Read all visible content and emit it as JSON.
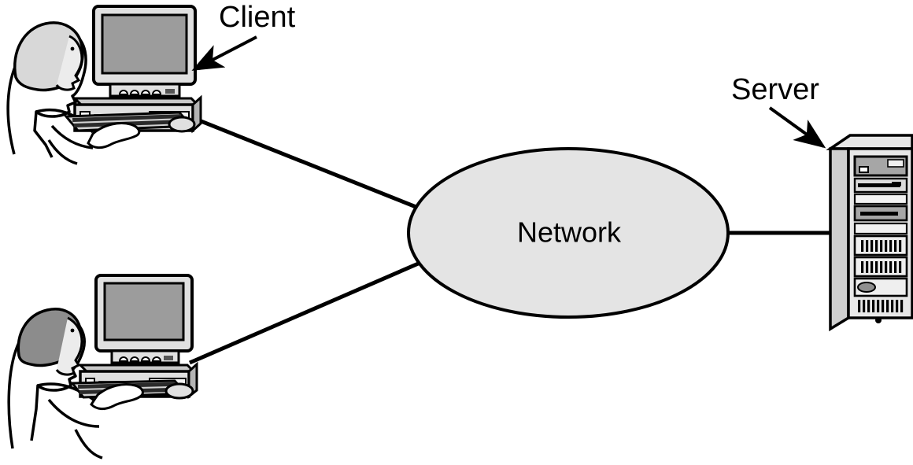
{
  "diagram": {
    "type": "client-server-network",
    "title_labels": {
      "client": "Client",
      "server": "Server",
      "network": "Network"
    },
    "colors": {
      "line": "#000000",
      "background": "#ffffff",
      "ellipse_fill": "#e4e4e4",
      "screen_fill": "#9c9c9c",
      "case_light": "#e0e0e0",
      "case_mid": "#c8c8c8",
      "case_dark": "#a8a8a8",
      "hair_light": "#d8d8d8",
      "hair_dark": "#8c8c8c",
      "skin": "#ececec",
      "shirt": "#ffffff",
      "bay_dark": "#8f8f8f"
    },
    "nodes": [
      {
        "name": "client-top",
        "label": "Client",
        "kind": "workstation",
        "user": "woman"
      },
      {
        "name": "client-bottom",
        "label": "",
        "kind": "workstation",
        "user": "man"
      },
      {
        "name": "network-cloud",
        "label": "Network",
        "kind": "ellipse"
      },
      {
        "name": "server-tower",
        "label": "Server",
        "kind": "server"
      }
    ],
    "links": [
      {
        "from": "client-top",
        "to": "network-cloud"
      },
      {
        "from": "client-bottom",
        "to": "network-cloud"
      },
      {
        "from": "network-cloud",
        "to": "server-tower"
      }
    ],
    "annotations": [
      {
        "name": "client-callout",
        "text": "Client",
        "points_to": "client-top"
      },
      {
        "name": "server-callout",
        "text": "Server",
        "points_to": "server-tower"
      }
    ]
  }
}
